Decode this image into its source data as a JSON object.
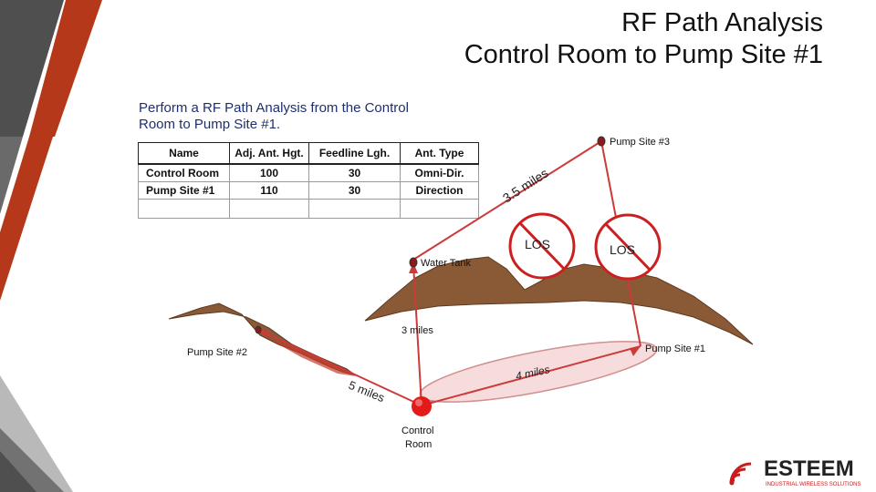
{
  "title": {
    "line1": "RF Path Analysis",
    "line2": "Control Room to Pump Site #1"
  },
  "intro": {
    "line1": "Perform a RF Path Analysis from the Control",
    "line2": "Room to Pump Site #1."
  },
  "table": {
    "headers": [
      "Name",
      "Adj. Ant. Hgt.",
      "Feedline Lgh.",
      "Ant. Type"
    ],
    "rows": [
      [
        "Control Room",
        "100",
        "30",
        "Omni-Dir."
      ],
      [
        "Pump Site #1",
        "110",
        "30",
        "Direction"
      ],
      [
        "",
        "",
        "",
        ""
      ]
    ]
  },
  "sites": {
    "pump3": "Pump Site #3",
    "water_tank": "Water Tank",
    "pump2": "Pump Site #2",
    "pump1": "Pump Site #1",
    "control_line1": "Control",
    "control_line2": "Room"
  },
  "distances": {
    "tank_to_pump3": "3.5 miles",
    "control_to_tank": "3 miles",
    "control_to_pump1": "4 miles",
    "control_to_pump2": "5 miles"
  },
  "los": {
    "label": "LOS"
  },
  "logo": {
    "name": "ESTEEM",
    "tagline": "INDUSTRIAL WIRELESS SOLUTIONS"
  },
  "colors": {
    "path_line": "#cc3a3a",
    "no_los": "#cc1f1f",
    "terrain": "#8a5a36",
    "control_room": "#e21a1a",
    "ellipse_fill": "#f6dcdc",
    "intro_text": "#1f2f6e",
    "stripe_dark": "#4a4a4a",
    "stripe_accent": "#b5381a"
  },
  "icons": {
    "site_marker": "site-marker-icon",
    "no_los": "no-los-icon",
    "logo_mark": "esteem-wifi-icon"
  }
}
